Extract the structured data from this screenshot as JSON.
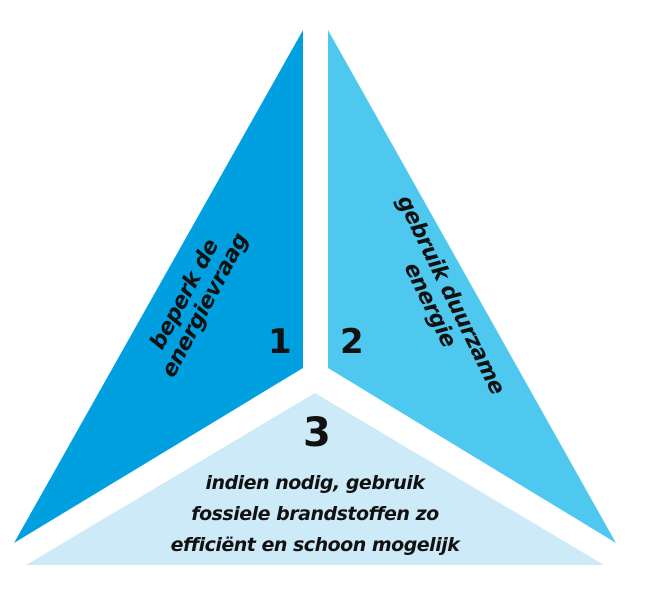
{
  "colors": {
    "segment_1": "#009fe0",
    "segment_2": "#4fc8f0",
    "segment_3": "#cdeaf8"
  },
  "segments": [
    {
      "number": "1",
      "lines": [
        "beperk de",
        "energievraag"
      ]
    },
    {
      "number": "2",
      "lines": [
        "gebruik duurzame",
        "energie"
      ]
    },
    {
      "number": "3",
      "lines": [
        "indien nodig, gebruik",
        "fossiele brandstoffen zo",
        "efficiënt en schoon mogelijk"
      ]
    }
  ]
}
